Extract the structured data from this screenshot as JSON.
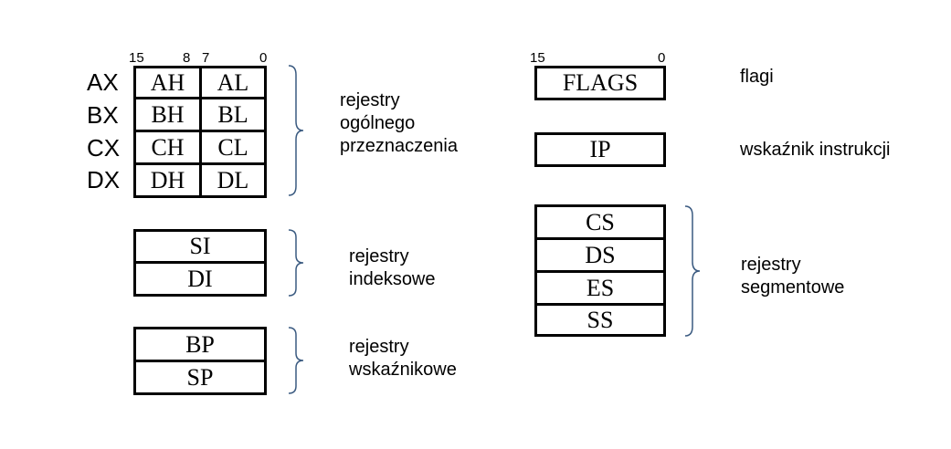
{
  "bit_labels": {
    "gp_15": "15",
    "gp_8": "8",
    "gp_7": "7",
    "gp_0": "0",
    "flags_15": "15",
    "flags_0": "0"
  },
  "register_names": [
    "AX",
    "BX",
    "CX",
    "DX"
  ],
  "byte_registers": [
    [
      "AH",
      "AL"
    ],
    [
      "BH",
      "BL"
    ],
    [
      "CH",
      "CL"
    ],
    [
      "DH",
      "DL"
    ]
  ],
  "index_registers": [
    "SI",
    "DI"
  ],
  "pointer_registers": [
    "BP",
    "SP"
  ],
  "flags_register": "FLAGS",
  "ip_register": "IP",
  "segment_registers": [
    "CS",
    "DS",
    "ES",
    "SS"
  ],
  "captions": {
    "general_purpose": [
      "rejestry",
      "ogólnego",
      "przeznaczenia"
    ],
    "index": [
      "rejestry",
      "indeksowe"
    ],
    "pointer": [
      "rejestry",
      "wskaźnikowe"
    ],
    "flags": "flagi",
    "ip": "wskaźnik instrukcji",
    "segment": [
      "rejestry",
      "segmentowe"
    ]
  },
  "colors": {
    "bracket": "#3a5a80",
    "box_border": "#000000"
  }
}
